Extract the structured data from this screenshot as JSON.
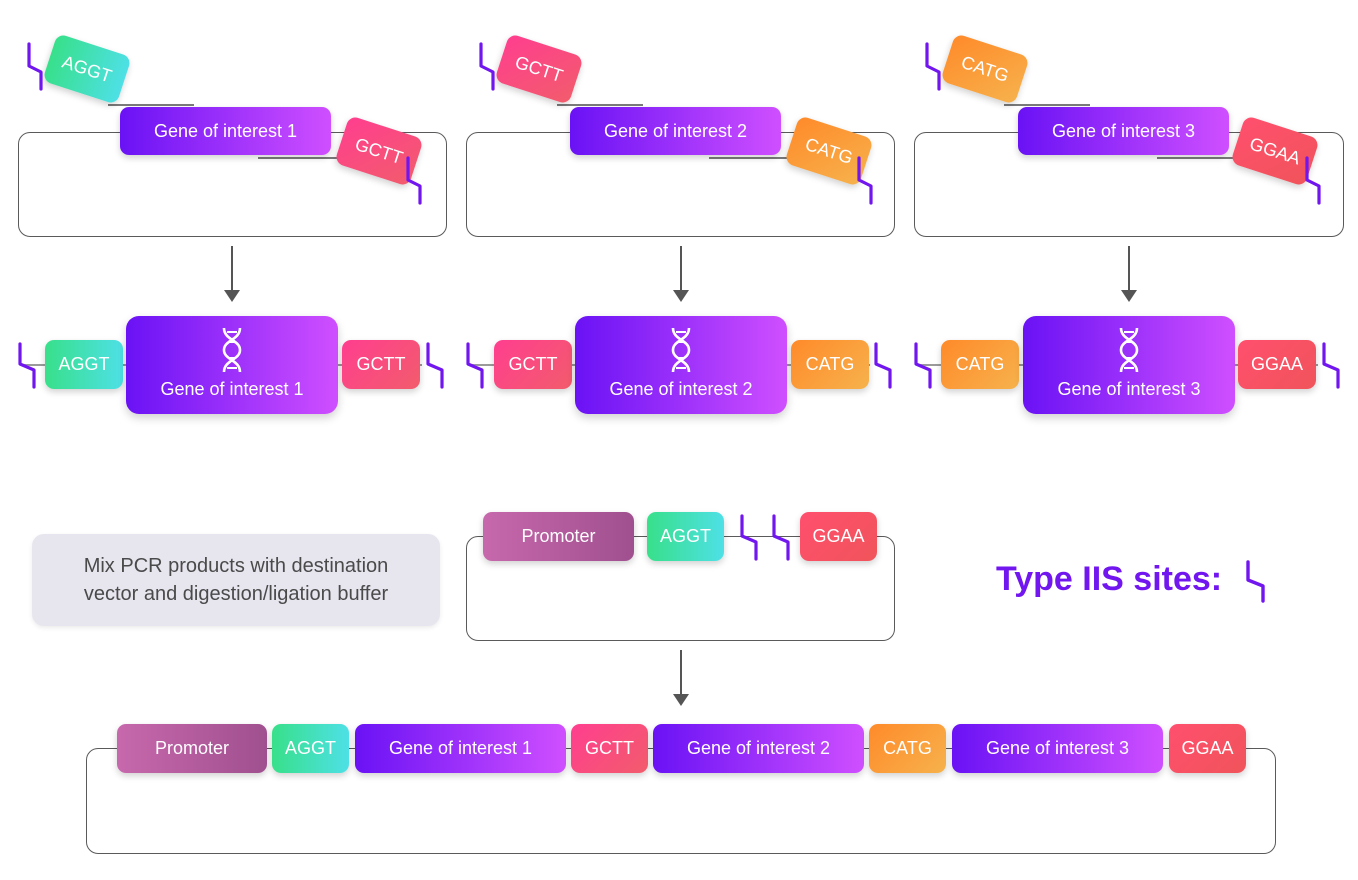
{
  "colors": {
    "purple": "#7216f0",
    "line": "#5a5a5a",
    "note_bg": "#e7e5ee"
  },
  "icons": {
    "site": "type-iis-site-icon",
    "dna": "dna-helix-icon",
    "arrow": "arrow-down-icon"
  },
  "top_panels": [
    {
      "left_overhang": "AGGT",
      "gene": "Gene of interest 1",
      "right_overhang": "GCTT"
    },
    {
      "left_overhang": "GCTT",
      "gene": "Gene of interest 2",
      "right_overhang": "CATG"
    },
    {
      "left_overhang": "CATG",
      "gene": "Gene of interest 3",
      "right_overhang": "GGAA"
    }
  ],
  "pcr_products": [
    {
      "left": "AGGT",
      "gene": "Gene of interest 1",
      "right": "GCTT"
    },
    {
      "left": "GCTT",
      "gene": "Gene of interest 2",
      "right": "CATG"
    },
    {
      "left": "CATG",
      "gene": "Gene of interest 3",
      "right": "GGAA"
    }
  ],
  "mix_note": {
    "line1": "Mix PCR products with destination",
    "line2": "vector and digestion/ligation buffer"
  },
  "destination": {
    "promoter": "Promoter",
    "left": "AGGT",
    "right": "GGAA"
  },
  "legend": "Type IIS sites:",
  "final": [
    "Promoter",
    "AGGT",
    "Gene of interest 1",
    "GCTT",
    "Gene of interest 2",
    "CATG",
    "Gene of interest 3",
    "GGAA"
  ]
}
